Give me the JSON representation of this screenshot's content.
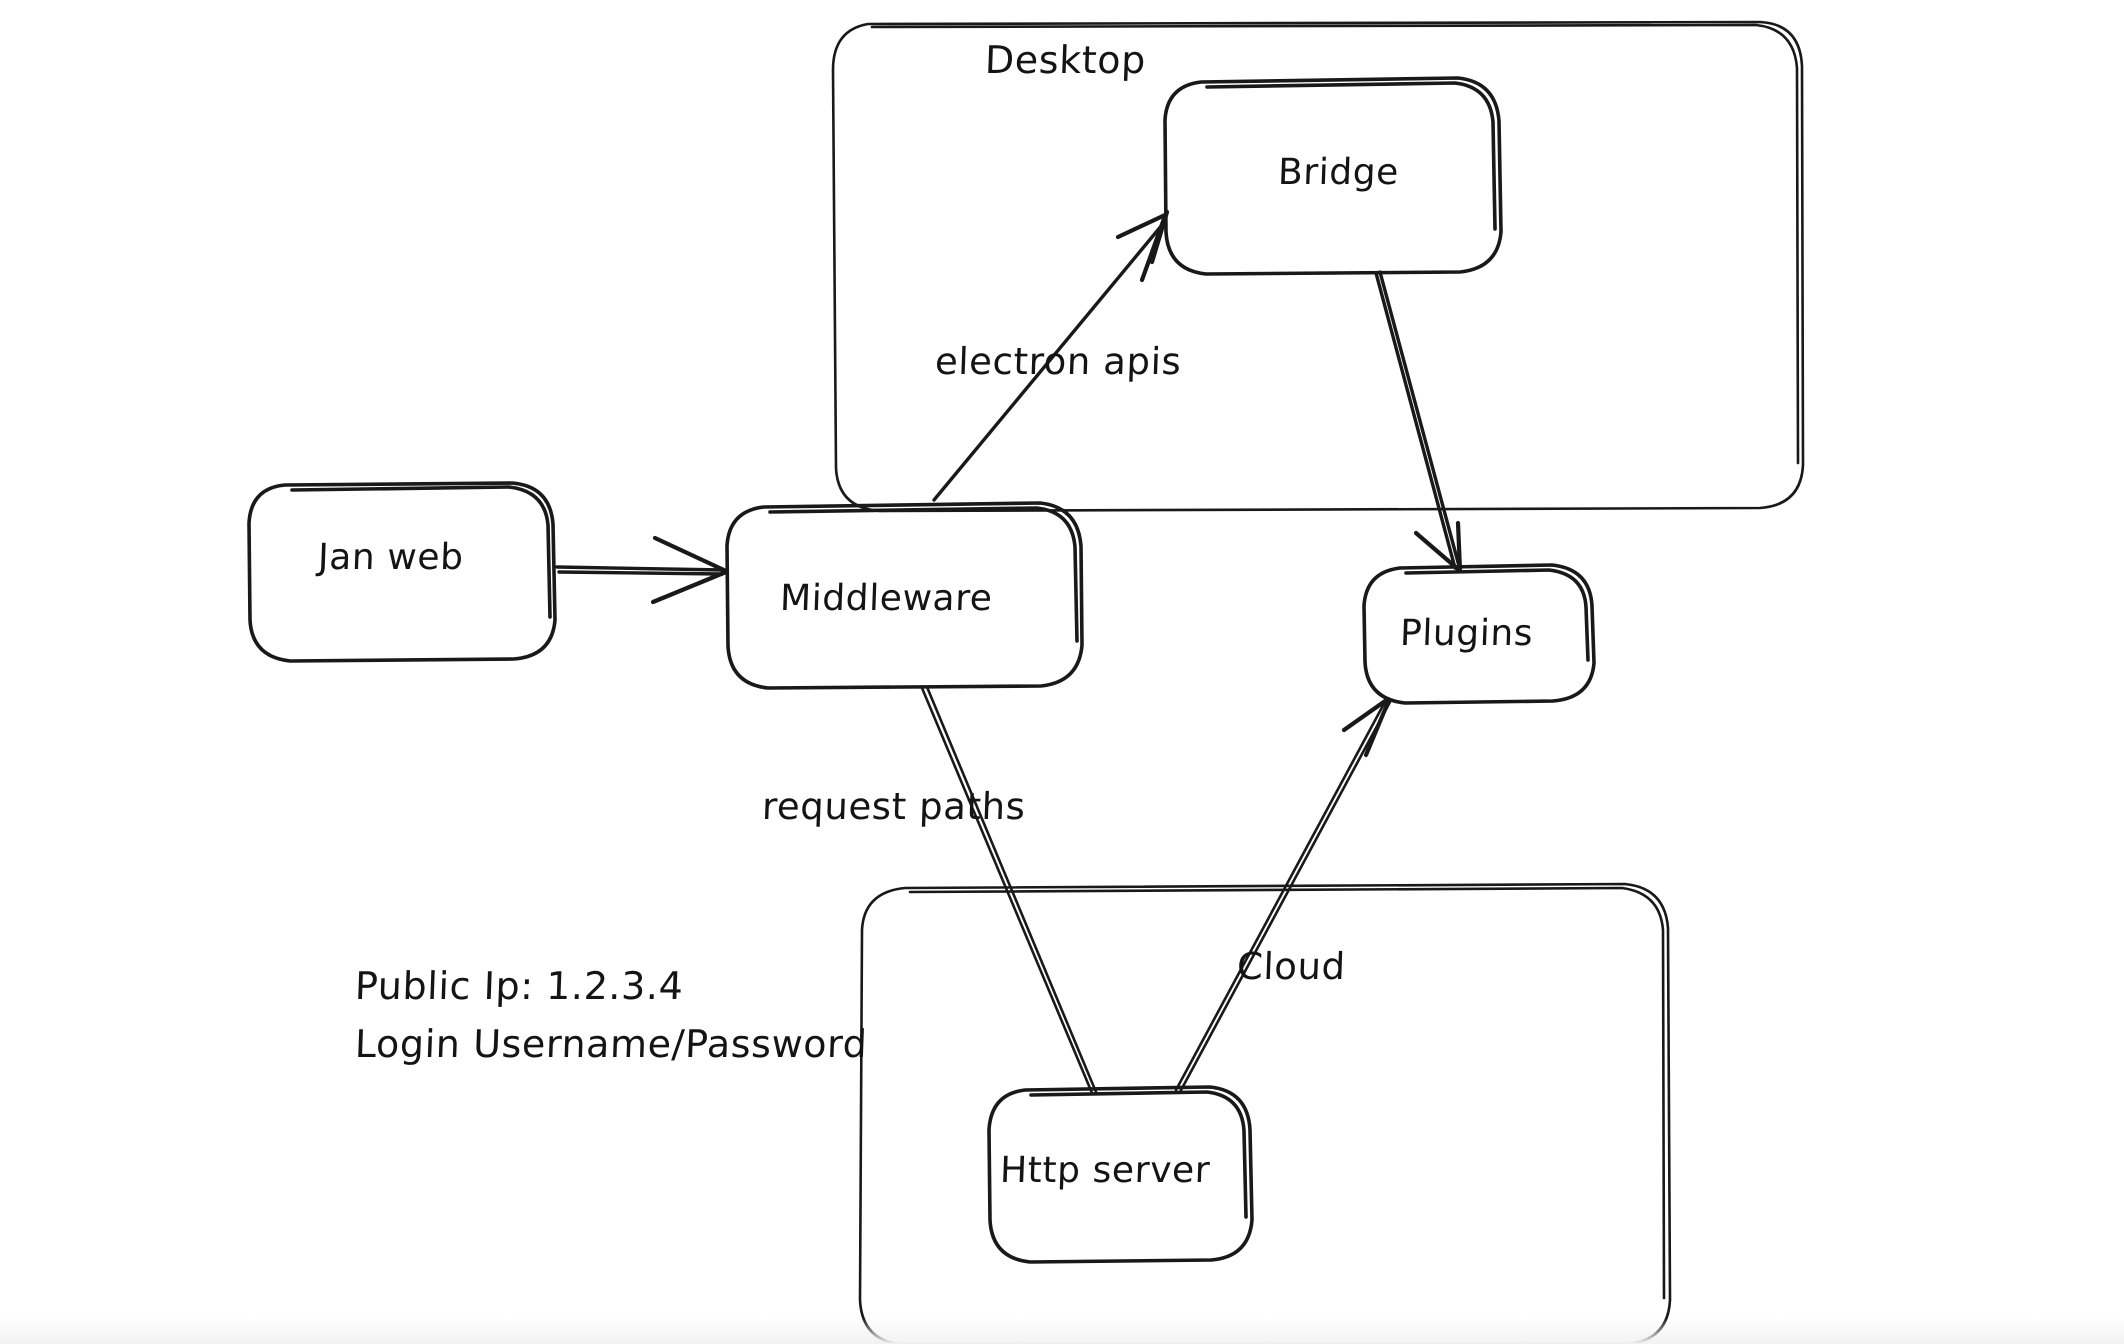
{
  "diagram": {
    "background_color": "#ffffff",
    "stroke_color": "#191919",
    "style": "hand-drawn",
    "groups": [
      {
        "id": "desktop",
        "label": "Desktop"
      },
      {
        "id": "server-group",
        "label": ""
      }
    ],
    "nodes": [
      {
        "id": "jan-web",
        "label": "Jan web"
      },
      {
        "id": "middleware",
        "label": "Middleware"
      },
      {
        "id": "bridge",
        "label": "Bridge"
      },
      {
        "id": "plugins",
        "label": "Plugins"
      },
      {
        "id": "http-server",
        "label": "Http server"
      }
    ],
    "edges": [
      {
        "id": "janweb-to-middleware",
        "from": "jan-web",
        "to": "middleware",
        "label": "",
        "arrow": true
      },
      {
        "id": "middleware-to-bridge",
        "from": "middleware",
        "to": "bridge",
        "label": "electron apis",
        "arrow": true
      },
      {
        "id": "bridge-to-plugins",
        "from": "bridge",
        "to": "plugins",
        "label": "",
        "arrow": true
      },
      {
        "id": "middleware-to-httpserver",
        "from": "middleware",
        "to": "http-server",
        "label": "request paths",
        "arrow": false
      },
      {
        "id": "httpserver-to-plugins",
        "from": "http-server",
        "to": "plugins",
        "label": "Cloud",
        "arrow": true
      }
    ],
    "notes": {
      "public_ip": "Public Ip: 1.2.3.4",
      "login": "Login Username/Password"
    }
  }
}
